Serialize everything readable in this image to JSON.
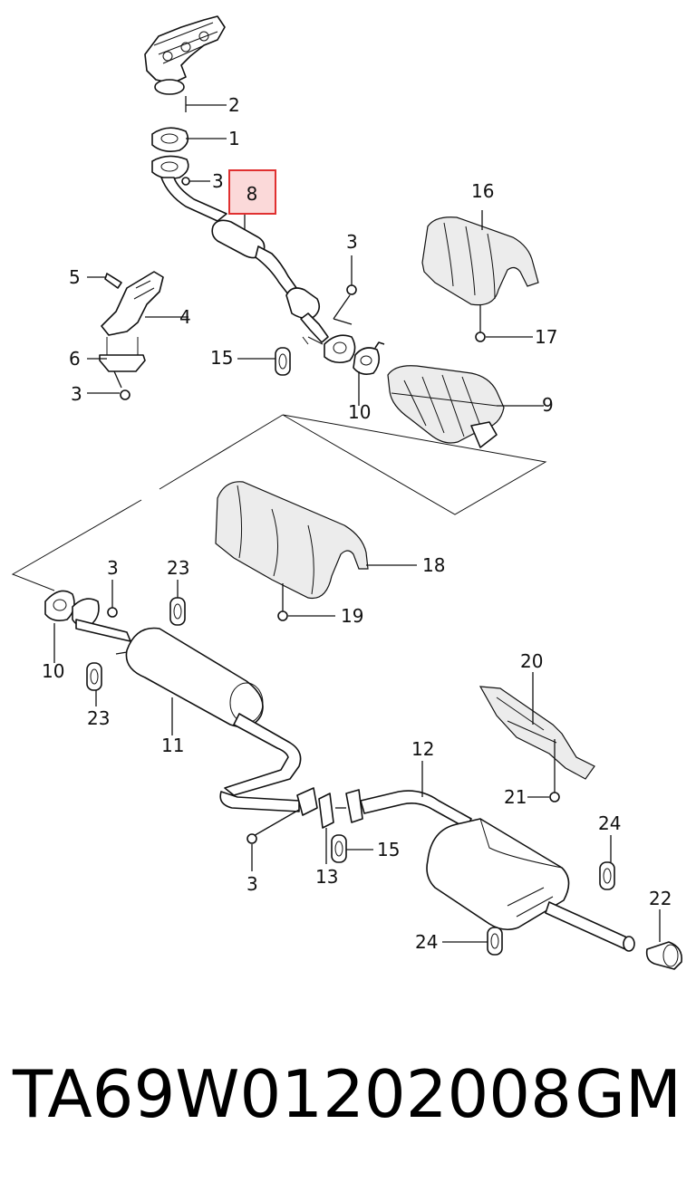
{
  "diagram": {
    "callouts": {
      "c1": "1",
      "c2": "2",
      "c3a": "3",
      "c3b": "3",
      "c3c": "3",
      "c3d": "3",
      "c3e": "3",
      "c4": "4",
      "c5": "5",
      "c6": "6",
      "c8": "8",
      "c9": "9",
      "c10a": "10",
      "c10b": "10",
      "c11": "11",
      "c12": "12",
      "c13": "13",
      "c15a": "15",
      "c15b": "15",
      "c16": "16",
      "c17": "17",
      "c18": "18",
      "c19": "19",
      "c20": "20",
      "c21": "21",
      "c22": "22",
      "c23a": "23",
      "c23b": "23",
      "c24a": "24",
      "c24b": "24"
    },
    "highlight_color": "#e03030",
    "highlight_fill": "#fbd9d9"
  },
  "footer": {
    "part_number": "TA69W01202008",
    "brand": "GM"
  }
}
